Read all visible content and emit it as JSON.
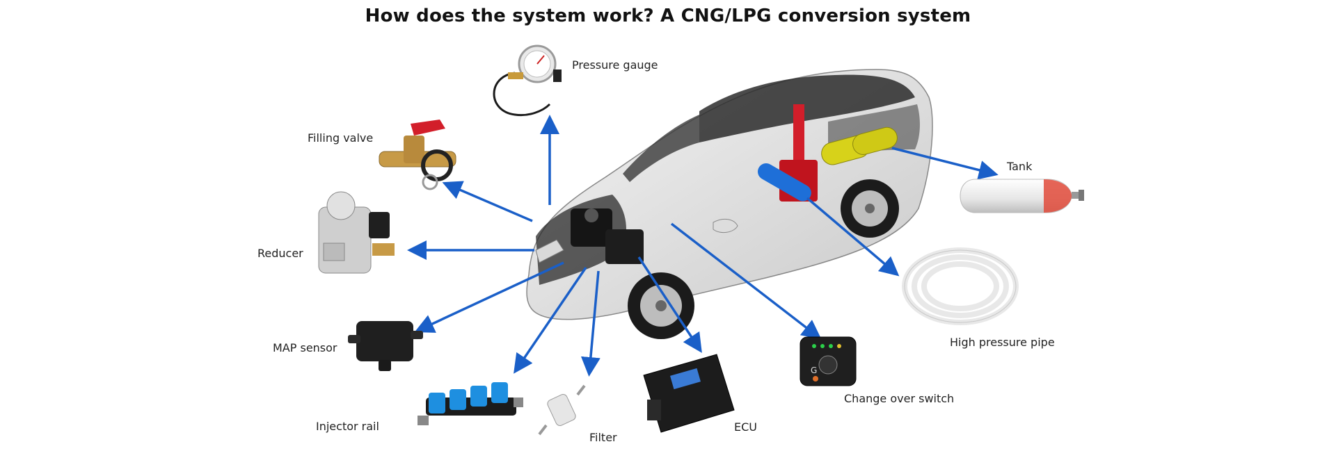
{
  "title": "How does the system work? A CNG/LPG conversion system",
  "components": {
    "pressure_gauge": "Pressure gauge",
    "filling_valve": "Filling valve",
    "reducer": "Reducer",
    "map_sensor": "MAP sensor",
    "injector_rail": "Injector rail",
    "filter": "Filter",
    "ecu": "ECU",
    "change_over_switch": "Change over switch",
    "high_pressure_pipe": "High pressure pipe",
    "tank": "Tank"
  },
  "switch_letter": "G",
  "arrow_color": "#1a5fc8"
}
